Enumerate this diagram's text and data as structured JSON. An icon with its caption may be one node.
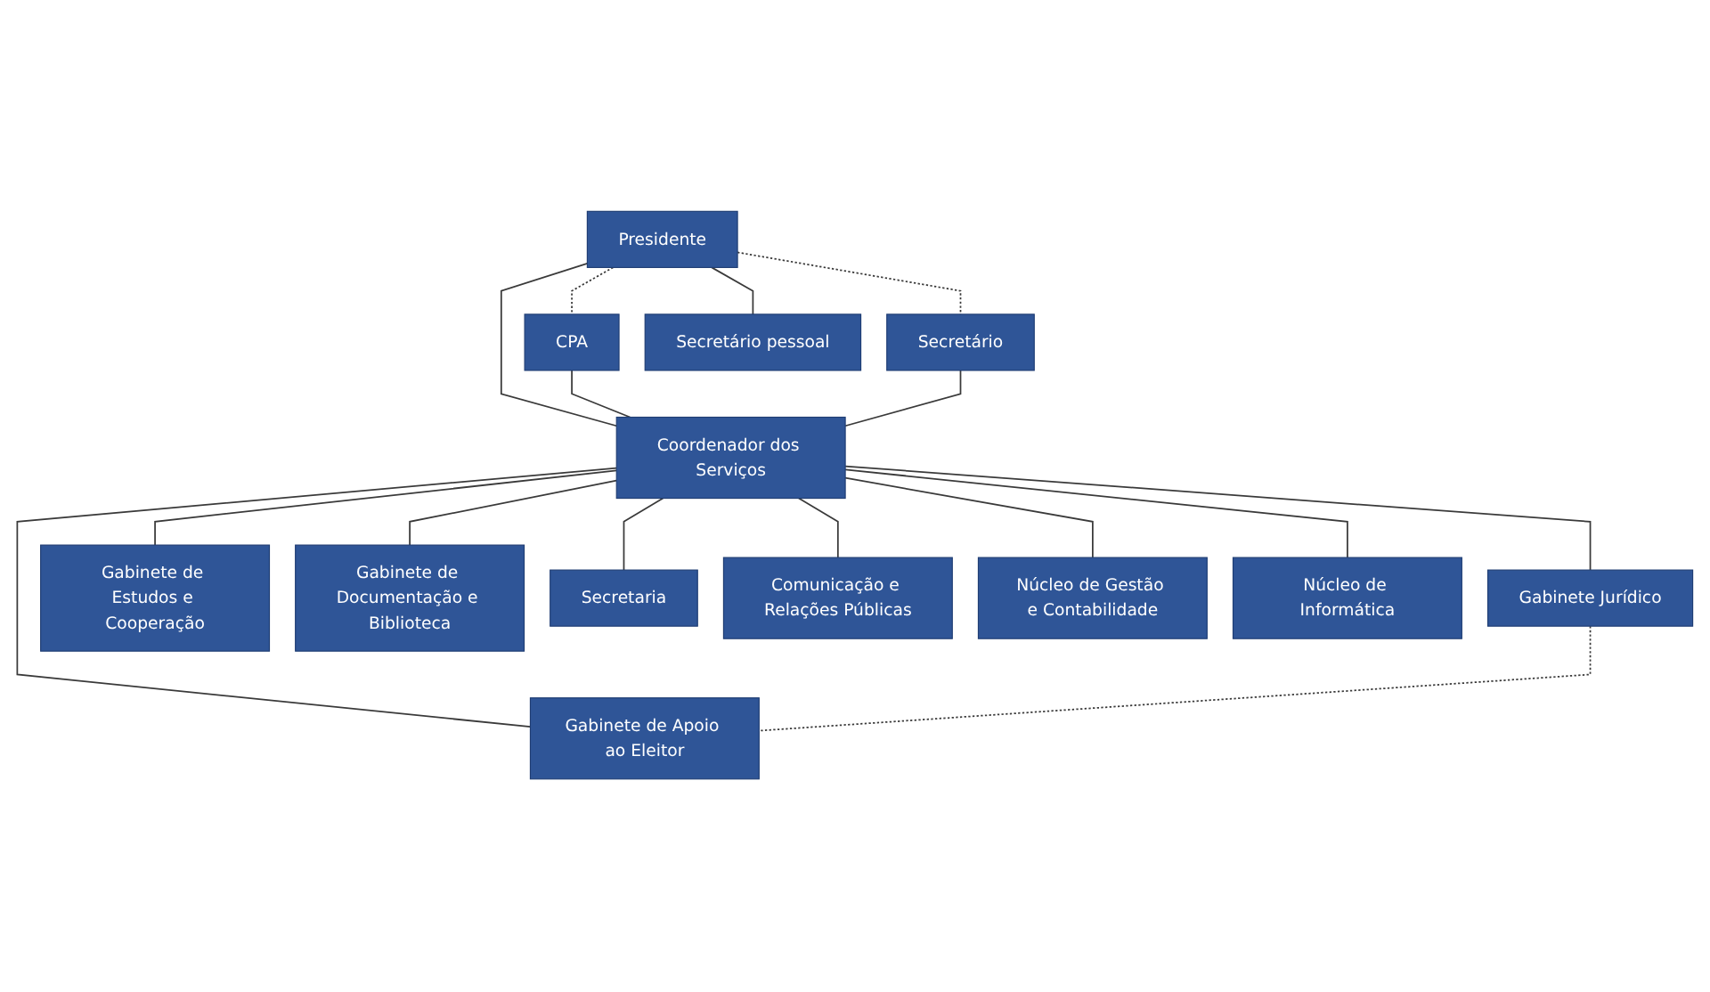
{
  "diagram": {
    "nodes": [
      {
        "text": [
          "Presidente"
        ]
      },
      {
        "text": [
          "CPA"
        ]
      },
      {
        "text": [
          "Secretário"
        ]
      },
      {
        "text": [
          "Secretário pessoal"
        ]
      },
      {
        "text": [
          "Coordenador dos Serviços"
        ]
      },
      {
        "text": [
          "Gabinete Jurídico"
        ]
      },
      {
        "text": [
          "Gabinete de Estudos e Cooperação"
        ]
      },
      {
        "text": [
          "Gabinete de Documentação e Biblioteca"
        ]
      },
      {
        "text": [
          "Secretaria"
        ]
      },
      {
        "text": [
          "Gabinete de Apoio ao Eleitor"
        ]
      },
      {
        "text": [
          "Comunicação e Relações Públicas"
        ]
      },
      {
        "text": [
          "Núcleo de Gestão e Contabilidade"
        ]
      },
      {
        "text": [
          "Núcleo de Informática"
        ]
      }
    ],
    "edges": [
      {
        "from": 0,
        "to": 1,
        "arrow": "none",
        "style": "dashed"
      },
      {
        "from": 0,
        "to": 2,
        "arrow": "none",
        "style": "dashed"
      },
      {
        "from": 0,
        "to": 3,
        "arrow": "none"
      },
      {
        "from": 0,
        "to": 4,
        "arrow": "none"
      },
      {
        "from": 1,
        "to": 4,
        "arrow": "none"
      },
      {
        "from": 2,
        "to": 4,
        "arrow": "none"
      },
      {
        "from": 4,
        "to": 5,
        "arrow": "none"
      },
      {
        "from": 4,
        "to": 9,
        "arrow": "none"
      },
      {
        "from": 4,
        "to": 6,
        "arrow": "none"
      },
      {
        "from": 4,
        "to": 10,
        "arrow": "none"
      },
      {
        "from": 4,
        "to": 7,
        "arrow": "none"
      },
      {
        "from": 4,
        "to": 8,
        "arrow": "none"
      },
      {
        "from": 4,
        "to": 11,
        "arrow": "none"
      },
      {
        "from": 4,
        "to": 12,
        "arrow": "none"
      },
      {
        "from": 5,
        "to": 9,
        "arrow": "none",
        "style": "dashed"
      }
    ]
  }
}
